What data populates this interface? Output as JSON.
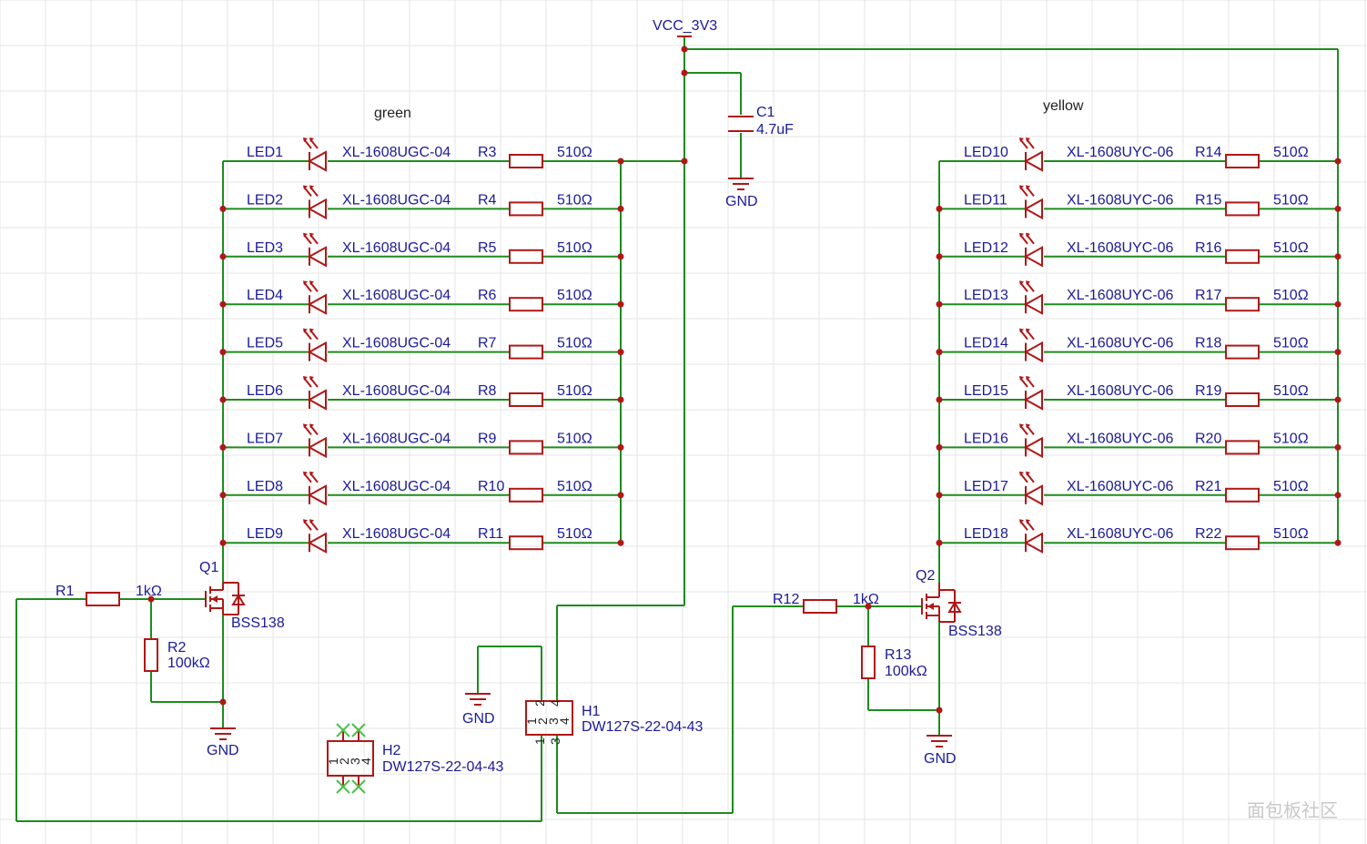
{
  "notes": {
    "green": "green",
    "yellow": "yellow"
  },
  "power": {
    "vcc": "VCC_3V3",
    "gnd": "GND"
  },
  "capacitor": {
    "ref": "C1",
    "value": "4.7uF"
  },
  "green_leds": [
    {
      "led": "LED1",
      "part": "XL-1608UGC-04",
      "res": "R3",
      "value": "510Ω"
    },
    {
      "led": "LED2",
      "part": "XL-1608UGC-04",
      "res": "R4",
      "value": "510Ω"
    },
    {
      "led": "LED3",
      "part": "XL-1608UGC-04",
      "res": "R5",
      "value": "510Ω"
    },
    {
      "led": "LED4",
      "part": "XL-1608UGC-04",
      "res": "R6",
      "value": "510Ω"
    },
    {
      "led": "LED5",
      "part": "XL-1608UGC-04",
      "res": "R7",
      "value": "510Ω"
    },
    {
      "led": "LED6",
      "part": "XL-1608UGC-04",
      "res": "R8",
      "value": "510Ω"
    },
    {
      "led": "LED7",
      "part": "XL-1608UGC-04",
      "res": "R9",
      "value": "510Ω"
    },
    {
      "led": "LED8",
      "part": "XL-1608UGC-04",
      "res": "R10",
      "value": "510Ω"
    },
    {
      "led": "LED9",
      "part": "XL-1608UGC-04",
      "res": "R11",
      "value": "510Ω"
    }
  ],
  "yellow_leds": [
    {
      "led": "LED10",
      "part": "XL-1608UYC-06",
      "res": "R14",
      "value": "510Ω"
    },
    {
      "led": "LED11",
      "part": "XL-1608UYC-06",
      "res": "R15",
      "value": "510Ω"
    },
    {
      "led": "LED12",
      "part": "XL-1608UYC-06",
      "res": "R16",
      "value": "510Ω"
    },
    {
      "led": "LED13",
      "part": "XL-1608UYC-06",
      "res": "R17",
      "value": "510Ω"
    },
    {
      "led": "LED14",
      "part": "XL-1608UYC-06",
      "res": "R18",
      "value": "510Ω"
    },
    {
      "led": "LED15",
      "part": "XL-1608UYC-06",
      "res": "R19",
      "value": "510Ω"
    },
    {
      "led": "LED16",
      "part": "XL-1608UYC-06",
      "res": "R20",
      "value": "510Ω"
    },
    {
      "led": "LED17",
      "part": "XL-1608UYC-06",
      "res": "R21",
      "value": "510Ω"
    },
    {
      "led": "LED18",
      "part": "XL-1608UYC-06",
      "res": "R22",
      "value": "510Ω"
    }
  ],
  "left_driver": {
    "q_ref": "Q1",
    "q_value": "BSS138",
    "rg_ref": "R1",
    "rg_value": "1kΩ",
    "rpd_ref": "R2",
    "rpd_value": "100kΩ"
  },
  "right_driver": {
    "q_ref": "Q2",
    "q_value": "BSS138",
    "rg_ref": "R12",
    "rg_value": "1kΩ",
    "rpd_ref": "R13",
    "rpd_value": "100kΩ"
  },
  "connectors": {
    "h1_ref": "H1",
    "h1_value": "DW127S-22-04-43",
    "h2_ref": "H2",
    "h2_value": "DW127S-22-04-43",
    "pins": [
      "1",
      "2",
      "3",
      "4"
    ]
  },
  "watermark": "面包板社区"
}
